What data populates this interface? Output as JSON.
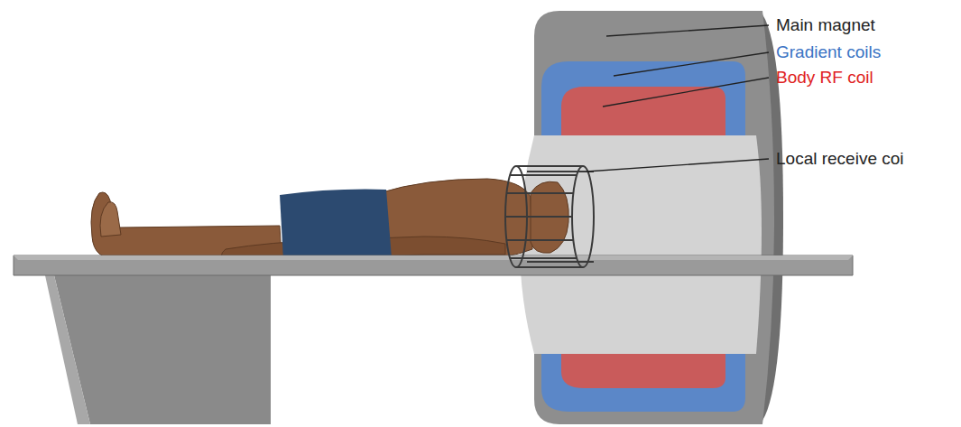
{
  "diagram": {
    "labels": [
      "Main magnet",
      "Gradient coils",
      "Body RF coil",
      "Local receive coi"
    ]
  }
}
